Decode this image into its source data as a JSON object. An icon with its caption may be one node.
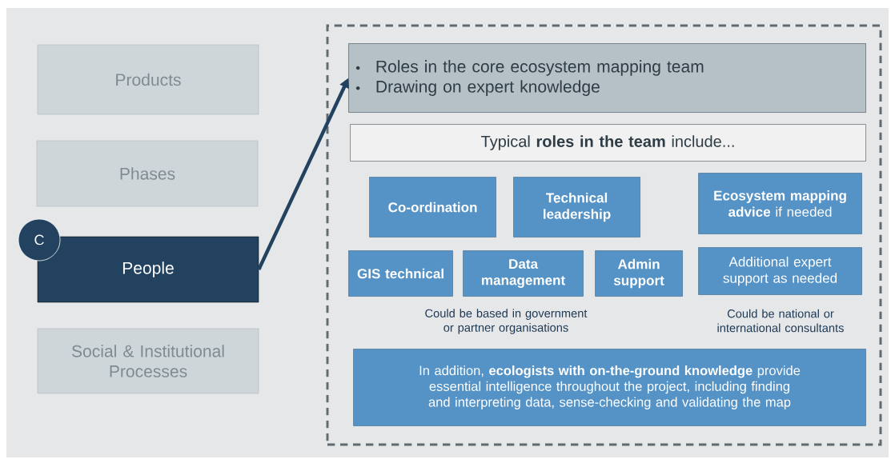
{
  "diagram": {
    "nodes": [
      {
        "text": [
          "Products"
        ]
      },
      {
        "text": [
          "Phases"
        ]
      },
      {
        "text": [
          "C"
        ]
      },
      {
        "text": [
          "People"
        ]
      },
      {
        "text": [
          "Social & Institutional Processes"
        ]
      },
      {
        "text": [],
        "shape": "box"
      },
      {
        "text": [
          "Roles in the core ecosystem mapping team",
          "Drawing on expert knowledge"
        ],
        "in": 5
      },
      {
        "text": [
          "Typical **roles in the team** include..."
        ],
        "in": 5
      },
      {
        "text": [
          "Co-ordination"
        ],
        "in": 5
      },
      {
        "text": [
          "Technical leadership"
        ],
        "in": 5
      },
      {
        "text": [
          "**Ecosystem mapping advice** if needed"
        ],
        "in": 5
      },
      {
        "text": [
          "GIS technical"
        ],
        "in": 5
      },
      {
        "text": [
          "Data management"
        ],
        "in": 5
      },
      {
        "text": [
          "Admin support"
        ],
        "in": 5
      },
      {
        "text": [
          "Additional expert support as needed"
        ],
        "in": 5
      },
      {
        "text": [
          "In addition, **ecologists with on-the-ground knowledge** provide essential intelligence throughout the project, including finding and interpreting data, sense-checking and validating the map"
        ],
        "in": 5
      }
    ],
    "edges": [
      {
        "from": 3,
        "to": 6,
        "arrow": "to"
      }
    ],
    "labels": [
      "Could be based in government or partner organisations",
      "Could be national or international consultants"
    ]
  }
}
